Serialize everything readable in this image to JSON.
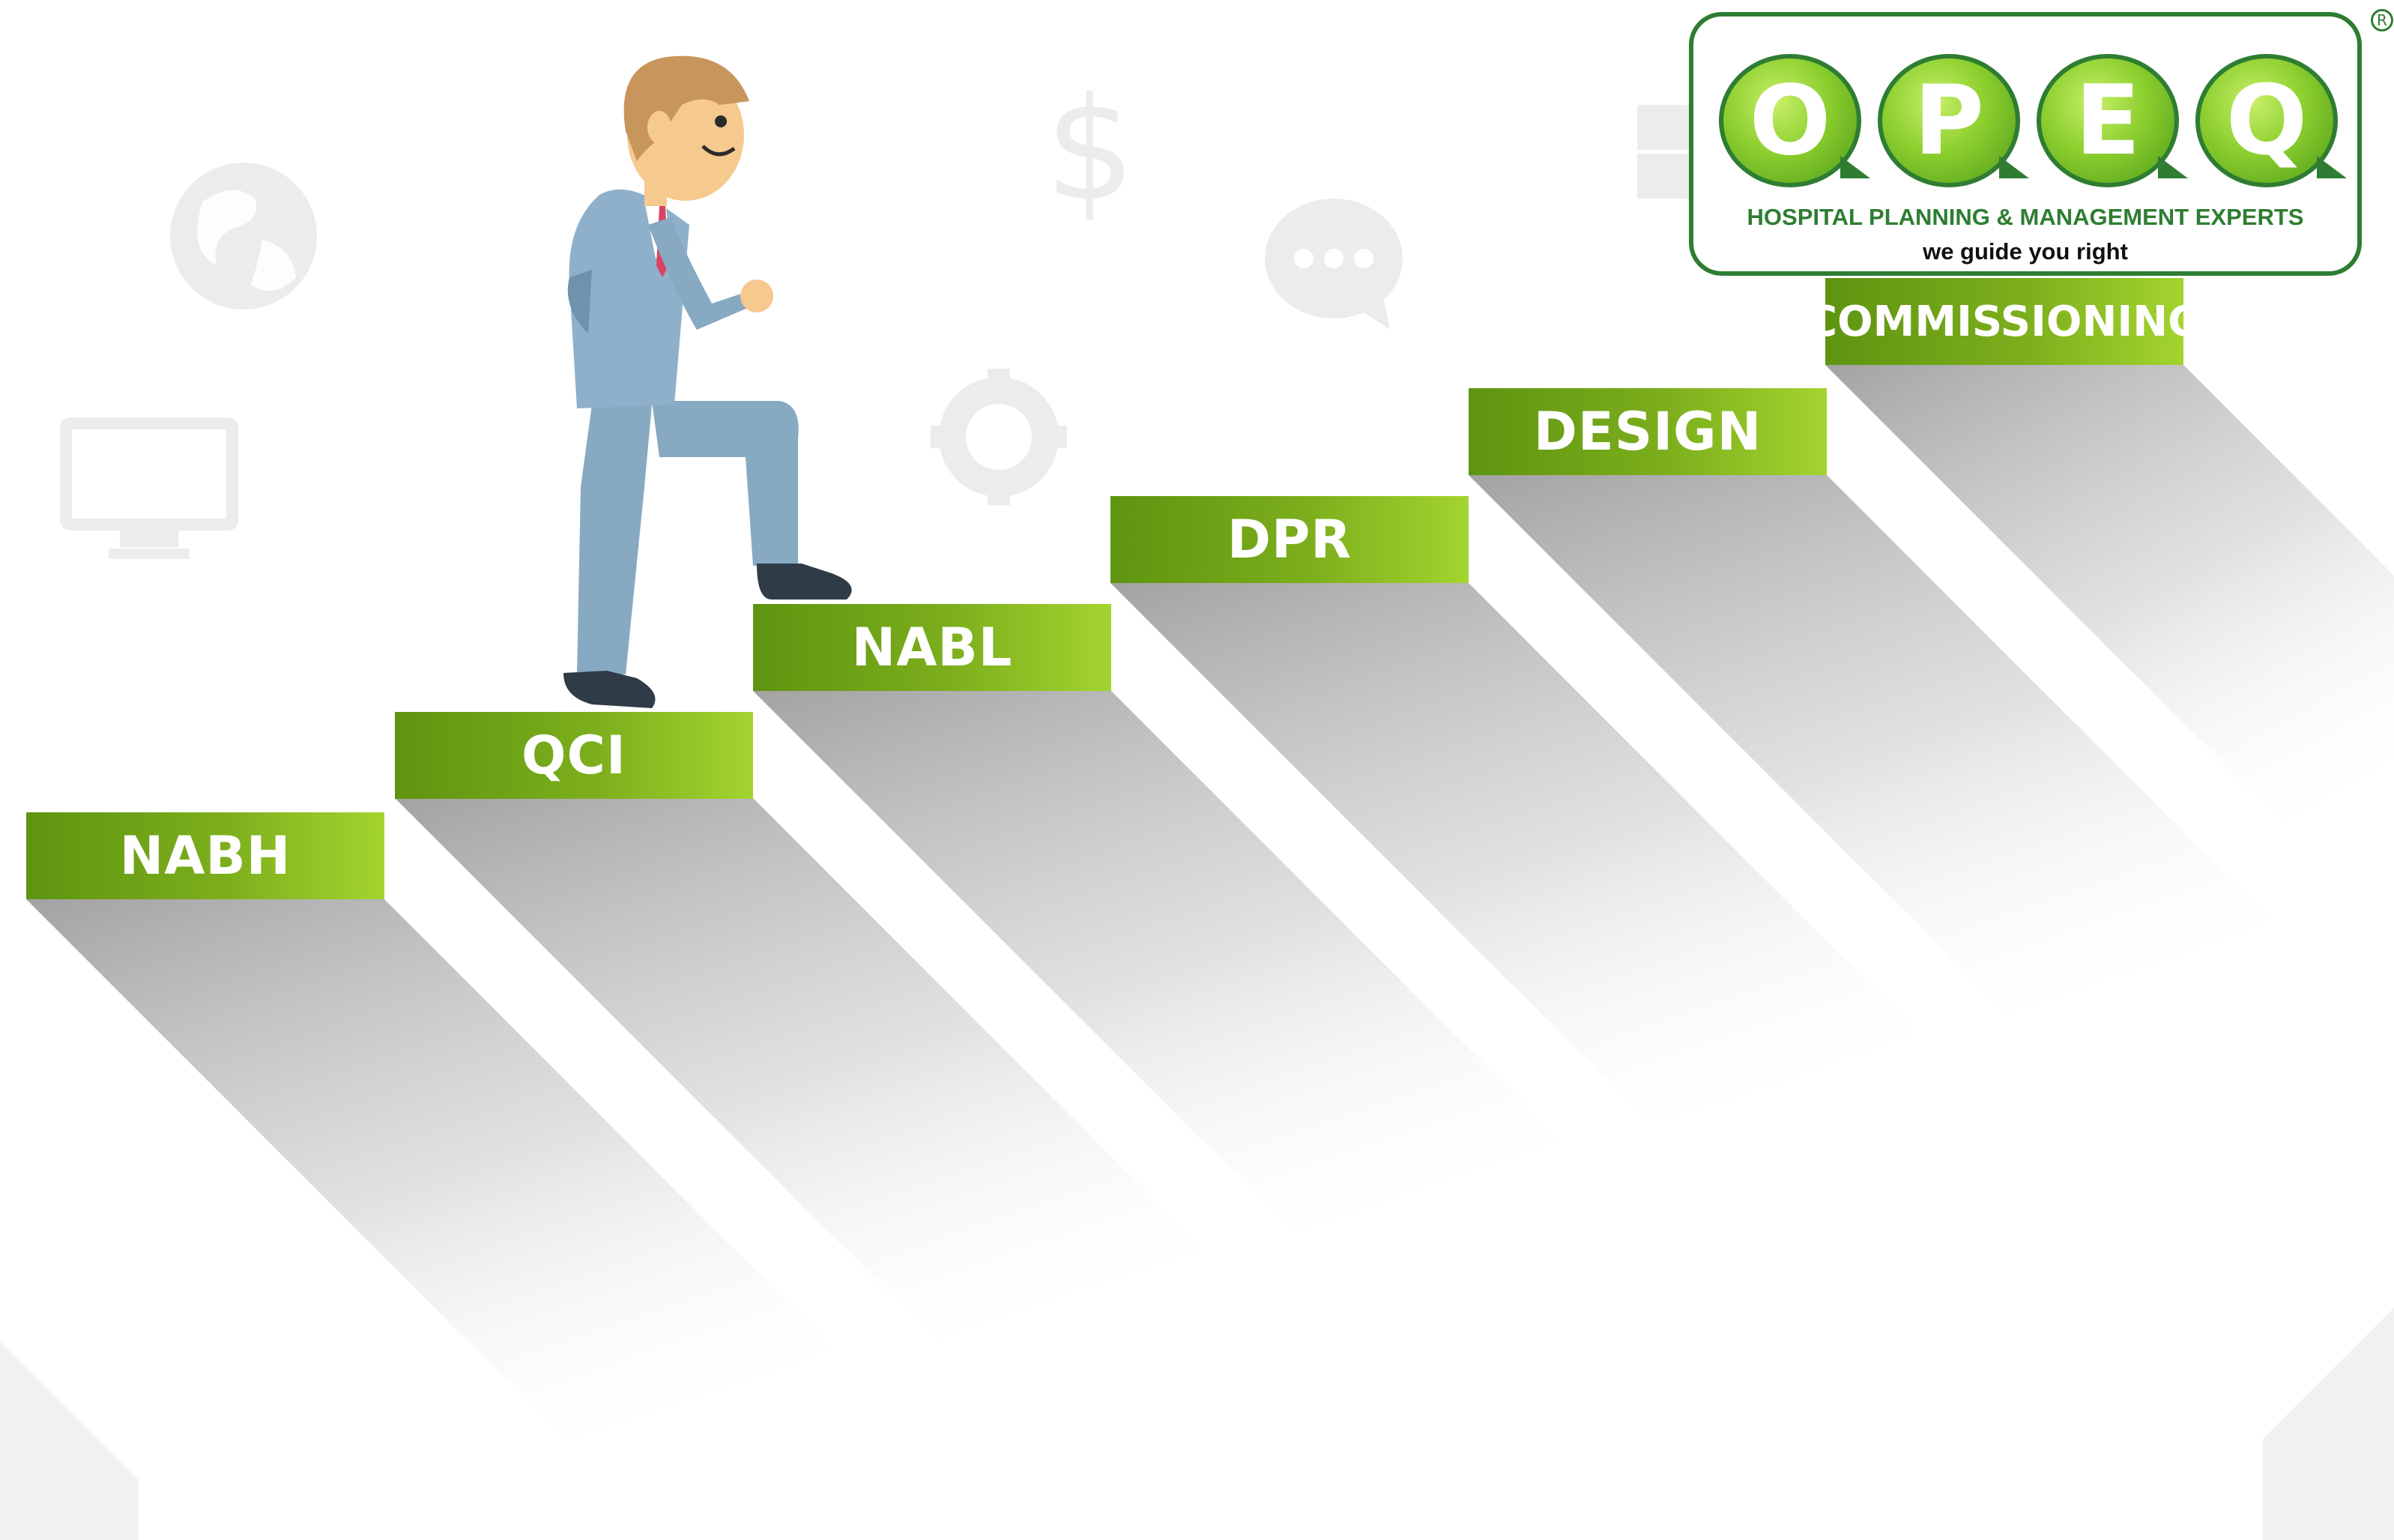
{
  "steps": [
    {
      "label": "NABH"
    },
    {
      "label": "QCI"
    },
    {
      "label": "NABL"
    },
    {
      "label": "DPR"
    },
    {
      "label": "DESIGN"
    },
    {
      "label": "COMMISSIONING"
    }
  ],
  "logo": {
    "letters": [
      "O",
      "P",
      "E",
      "Q"
    ],
    "tagline": "HOSPITAL PLANNING & MANAGEMENT EXPERTS",
    "slogan": "we guide you right",
    "registered_mark": "R"
  },
  "icons": [
    "globe-icon",
    "monitor-icon",
    "dollar-icon",
    "gear-icon",
    "chat-bubble-icon",
    "person-climbing-icon"
  ],
  "colors": {
    "step_dark": "#5e9410",
    "step_light": "#a3d42f",
    "logo_green": "#2e7d32",
    "icon_gray": "#ececec"
  }
}
